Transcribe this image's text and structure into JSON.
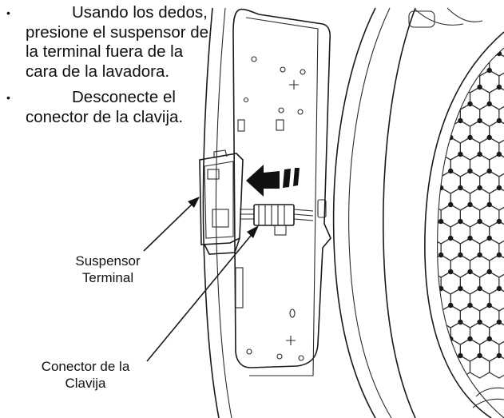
{
  "instructions": [
    {
      "bullet": "•",
      "text": "Usando los dedos, presione el suspensor de la terminal fuera de la cara de la lavadora."
    },
    {
      "bullet": "•",
      "text": "Desconecte el conector de la clavija."
    }
  ],
  "labels": {
    "hanger_line1": "Suspensor",
    "hanger_line2": "Terminal",
    "plug_line1": "Conector de la",
    "plug_line2": "Clavija"
  },
  "icons": {
    "direction_arrow": "arrow-left-with-motion-bars-icon",
    "drum_mesh": "hexagonal-drum-pattern"
  }
}
